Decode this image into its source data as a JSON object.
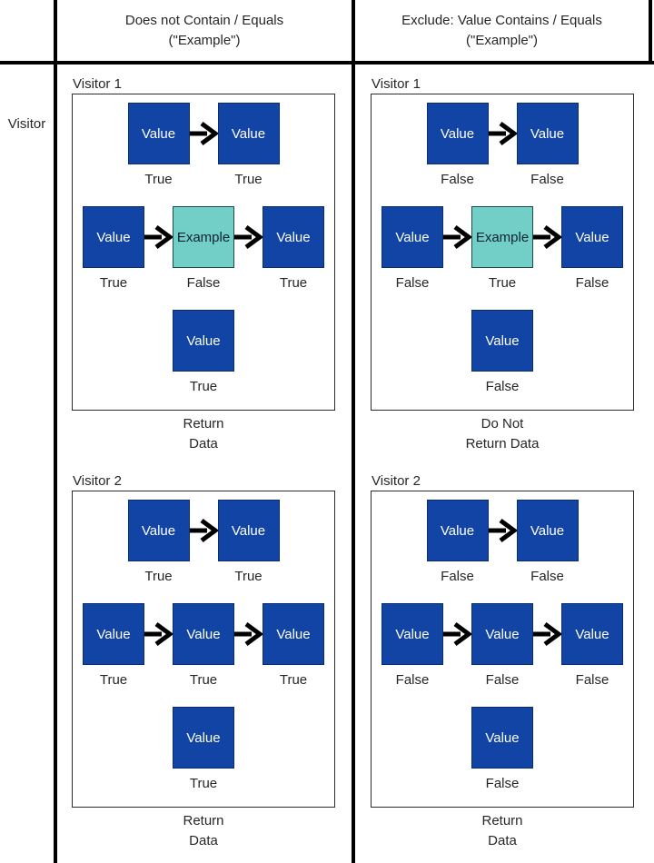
{
  "colors": {
    "value_fill": "#1144a4",
    "value_border": "#0a2e6b",
    "value_text": "#ffffff",
    "example_fill": "#72cfc7",
    "example_border": "#1d4d48",
    "example_text": "#0f2133",
    "arrow": "#000000",
    "grid_line": "#000000",
    "text": "#262626"
  },
  "header": {
    "row_label": "Visitor",
    "columns": [
      {
        "line1": "Does not Contain / Equals",
        "line2": "(\"Example\")"
      },
      {
        "line1": "Exclude: Value Contains / Equals",
        "line2": "(\"Example\")"
      }
    ]
  },
  "panels": [
    {
      "title": "Visitor 1",
      "column": "Does not Contain / Equals",
      "rows": [
        {
          "nodes": [
            {
              "label": "Value",
              "type": "value",
              "result": "True"
            },
            {
              "label": "Value",
              "type": "value",
              "result": "True"
            }
          ]
        },
        {
          "nodes": [
            {
              "label": "Value",
              "type": "value",
              "result": "True"
            },
            {
              "label": "Example",
              "type": "example",
              "result": "False"
            },
            {
              "label": "Value",
              "type": "value",
              "result": "True"
            }
          ]
        },
        {
          "nodes": [
            {
              "label": "Value",
              "type": "value",
              "result": "True"
            }
          ]
        }
      ],
      "footer": [
        "Return",
        "Data"
      ]
    },
    {
      "title": "Visitor 1",
      "column": "Exclude: Value Contains / Equals",
      "rows": [
        {
          "nodes": [
            {
              "label": "Value",
              "type": "value",
              "result": "False"
            },
            {
              "label": "Value",
              "type": "value",
              "result": "False"
            }
          ]
        },
        {
          "nodes": [
            {
              "label": "Value",
              "type": "value",
              "result": "False"
            },
            {
              "label": "Example",
              "type": "example",
              "result": "True"
            },
            {
              "label": "Value",
              "type": "value",
              "result": "False"
            }
          ]
        },
        {
          "nodes": [
            {
              "label": "Value",
              "type": "value",
              "result": "False"
            }
          ]
        }
      ],
      "footer": [
        "Do Not",
        "Return Data"
      ]
    },
    {
      "title": "Visitor 2",
      "column": "Does not Contain / Equals",
      "rows": [
        {
          "nodes": [
            {
              "label": "Value",
              "type": "value",
              "result": "True"
            },
            {
              "label": "Value",
              "type": "value",
              "result": "True"
            }
          ]
        },
        {
          "nodes": [
            {
              "label": "Value",
              "type": "value",
              "result": "True"
            },
            {
              "label": "Value",
              "type": "value",
              "result": "True"
            },
            {
              "label": "Value",
              "type": "value",
              "result": "True"
            }
          ]
        },
        {
          "nodes": [
            {
              "label": "Value",
              "type": "value",
              "result": "True"
            }
          ]
        }
      ],
      "footer": [
        "Return",
        "Data"
      ]
    },
    {
      "title": "Visitor 2",
      "column": "Exclude: Value Contains / Equals",
      "rows": [
        {
          "nodes": [
            {
              "label": "Value",
              "type": "value",
              "result": "False"
            },
            {
              "label": "Value",
              "type": "value",
              "result": "False"
            }
          ]
        },
        {
          "nodes": [
            {
              "label": "Value",
              "type": "value",
              "result": "False"
            },
            {
              "label": "Value",
              "type": "value",
              "result": "False"
            },
            {
              "label": "Value",
              "type": "value",
              "result": "False"
            }
          ]
        },
        {
          "nodes": [
            {
              "label": "Value",
              "type": "value",
              "result": "False"
            }
          ]
        }
      ],
      "footer": [
        "Return",
        "Data"
      ]
    }
  ]
}
